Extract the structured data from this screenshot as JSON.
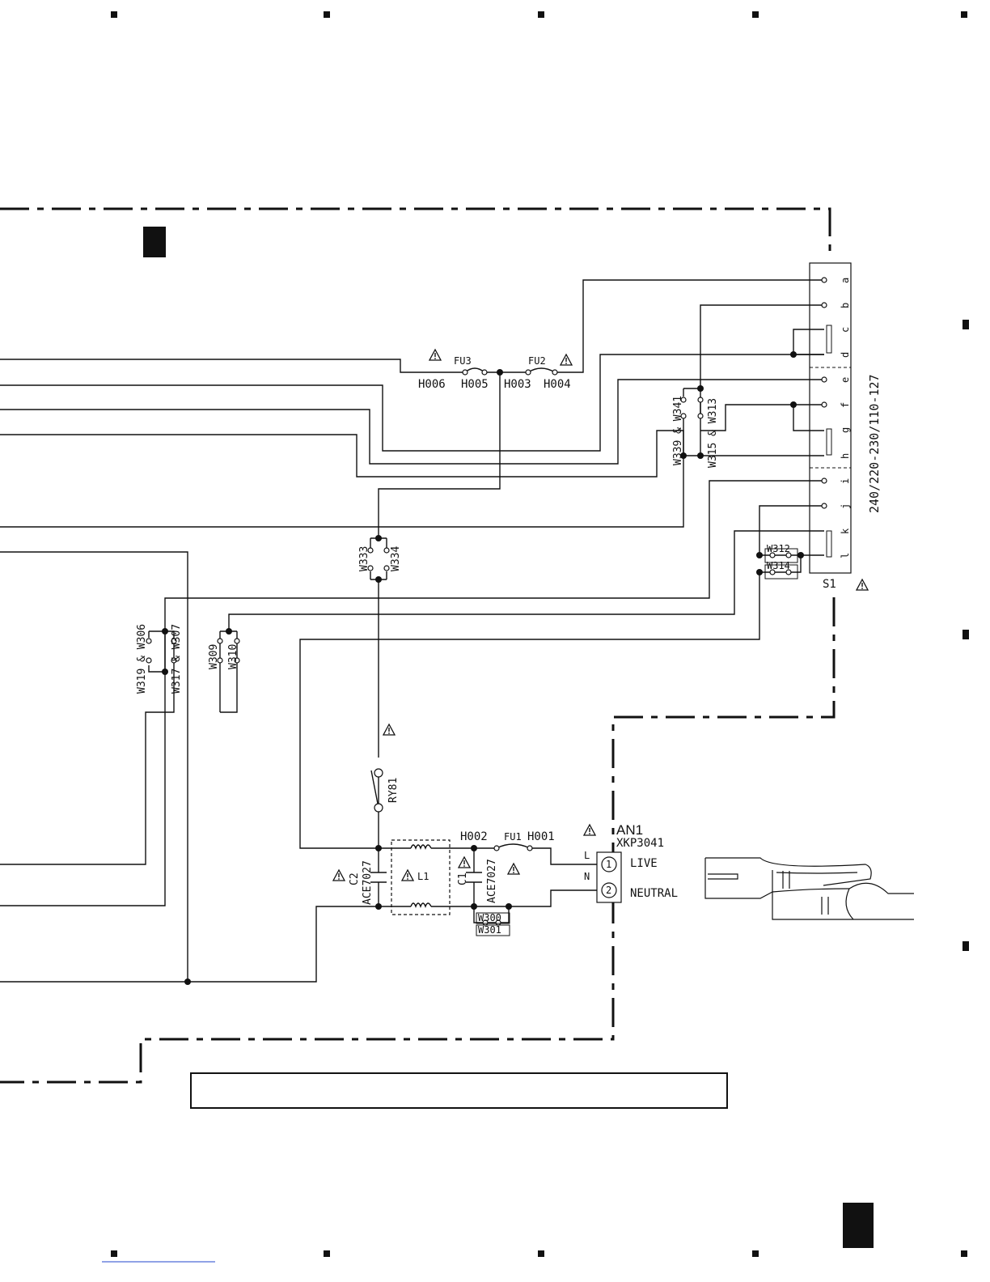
{
  "colors": {
    "ink": "#111111",
    "paper": "#ffffff"
  },
  "icons": {
    "warning": "caution-triangle-icon",
    "plug": "power-plug-icon"
  },
  "fuses": {
    "fu3": {
      "label": "FU3",
      "left": "H006",
      "right": "H005"
    },
    "fu2": {
      "label": "FU2",
      "left": "H003",
      "right": "H004"
    },
    "fu1": {
      "label": "FU1",
      "left": "H002",
      "right": "H001"
    }
  },
  "selector": {
    "name": "S1",
    "voltages": "240/220-230/110-127",
    "terminals": [
      "a",
      "b",
      "c",
      "d",
      "e",
      "f",
      "g",
      "h",
      "i",
      "j",
      "k",
      "l"
    ]
  },
  "jumpers": {
    "w341": "W339 & W341",
    "w313": "W315 & W313",
    "w333": "W333",
    "w334": "W334",
    "w306": "W319 & W306",
    "w307": "W317 & W307",
    "w309": "W309",
    "w310": "W310",
    "w312": "W312",
    "w314": "W314",
    "w300": "W300",
    "w301": "W301"
  },
  "relay": {
    "label": "RY81"
  },
  "capacitors": {
    "c1": {
      "label": "C1",
      "part": "ACE7027"
    },
    "c2": {
      "label": "C2",
      "part": "ACE7027"
    }
  },
  "inductor": {
    "label": "L1"
  },
  "inlet": {
    "label": "AN1",
    "part": "XKP3041",
    "live_pin": "L",
    "neutral_pin": "N",
    "pin1": "1",
    "pin2": "2",
    "live": "LIVE",
    "neutral": "NEUTRAL"
  }
}
